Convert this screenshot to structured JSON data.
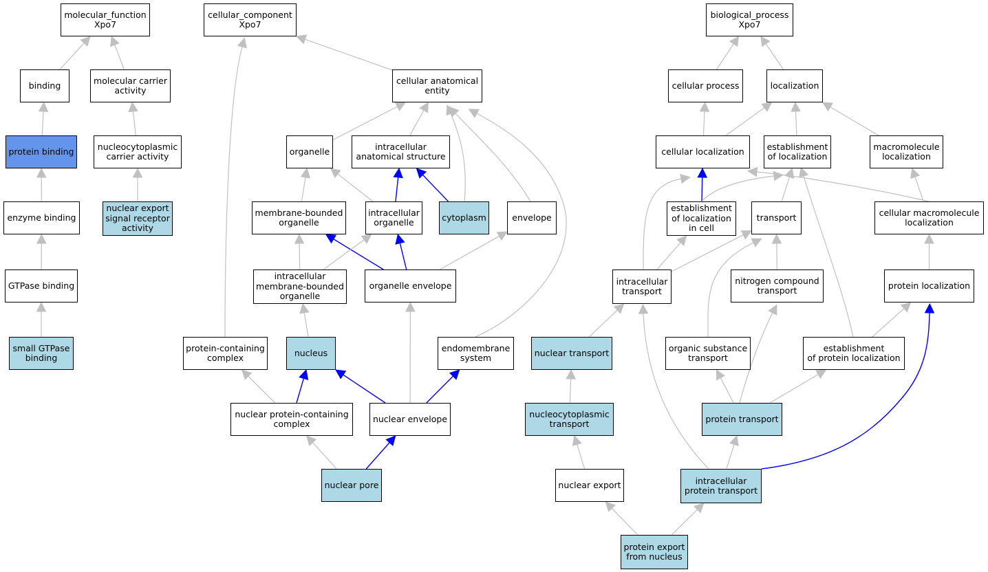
{
  "colors": {
    "gray": "#c0c0c0",
    "blue": "#0000ff",
    "highlight": "#add8e6",
    "primary": "#6495ed"
  },
  "nodes": [
    {
      "id": "mf",
      "label": "molecular_function\nXpo7",
      "fill": "none"
    },
    {
      "id": "binding",
      "label": "binding",
      "fill": "none"
    },
    {
      "id": "molcarrier",
      "label": "molecular carrier\nactivity",
      "fill": "none"
    },
    {
      "id": "protbind",
      "label": "protein binding",
      "fill": "primary"
    },
    {
      "id": "nuccarrier",
      "label": "nucleocytoplasmic\ncarrier activity",
      "fill": "none"
    },
    {
      "id": "enzbind",
      "label": "enzyme binding",
      "fill": "none"
    },
    {
      "id": "nucexpsig",
      "label": "nuclear export\nsignal receptor\nactivity",
      "fill": "highlight"
    },
    {
      "id": "gtpbind",
      "label": "GTPase binding",
      "fill": "none"
    },
    {
      "id": "smallgtp",
      "label": "small GTPase\nbinding",
      "fill": "highlight"
    },
    {
      "id": "cc",
      "label": "cellular_component\nXpo7",
      "fill": "none"
    },
    {
      "id": "cae",
      "label": "cellular anatomical\nentity",
      "fill": "none"
    },
    {
      "id": "organelle",
      "label": "organelle",
      "fill": "none"
    },
    {
      "id": "ias",
      "label": "intracellular\nanatomical structure",
      "fill": "none"
    },
    {
      "id": "mbo",
      "label": "membrane-bounded\norganelle",
      "fill": "none"
    },
    {
      "id": "io",
      "label": "intracellular\norganelle",
      "fill": "none"
    },
    {
      "id": "cytoplasm",
      "label": "cytoplasm",
      "fill": "highlight"
    },
    {
      "id": "envelope",
      "label": "envelope",
      "fill": "none"
    },
    {
      "id": "imbo",
      "label": "intracellular\nmembrane-bounded\norganelle",
      "fill": "none"
    },
    {
      "id": "orgenv",
      "label": "organelle envelope",
      "fill": "none"
    },
    {
      "id": "pcc",
      "label": "protein-containing\ncomplex",
      "fill": "none"
    },
    {
      "id": "nucleus",
      "label": "nucleus",
      "fill": "highlight"
    },
    {
      "id": "endomem",
      "label": "endomembrane\nsystem",
      "fill": "none"
    },
    {
      "id": "npcc",
      "label": "nuclear protein-containing\ncomplex",
      "fill": "none"
    },
    {
      "id": "nucenv",
      "label": "nuclear envelope",
      "fill": "none"
    },
    {
      "id": "nucpore",
      "label": "nuclear pore",
      "fill": "highlight"
    },
    {
      "id": "bp",
      "label": "biological_process\nXpo7",
      "fill": "none"
    },
    {
      "id": "cellproc",
      "label": "cellular process",
      "fill": "none"
    },
    {
      "id": "localization",
      "label": "localization",
      "fill": "none"
    },
    {
      "id": "cellloc",
      "label": "cellular localization",
      "fill": "none"
    },
    {
      "id": "estloc",
      "label": "establishment\nof localization",
      "fill": "none"
    },
    {
      "id": "macroloc",
      "label": "macromolecule\nlocalization",
      "fill": "none"
    },
    {
      "id": "estlocincell",
      "label": "establishment\nof localization\nin cell",
      "fill": "none"
    },
    {
      "id": "transport",
      "label": "transport",
      "fill": "none"
    },
    {
      "id": "cellmacroloc",
      "label": "cellular macromolecule\nlocalization",
      "fill": "none"
    },
    {
      "id": "intratrans",
      "label": "intracellular\ntransport",
      "fill": "none"
    },
    {
      "id": "nitrotrans",
      "label": "nitrogen compound\ntransport",
      "fill": "none"
    },
    {
      "id": "protloc",
      "label": "protein localization",
      "fill": "none"
    },
    {
      "id": "nuctrans",
      "label": "nuclear transport",
      "fill": "highlight"
    },
    {
      "id": "orgsubtrans",
      "label": "organic substance\ntransport",
      "fill": "none"
    },
    {
      "id": "estprotloc",
      "label": "establishment\nof protein localization",
      "fill": "none"
    },
    {
      "id": "ncytrans",
      "label": "nucleocytoplasmic\ntransport",
      "fill": "highlight"
    },
    {
      "id": "prottrans",
      "label": "protein transport",
      "fill": "highlight"
    },
    {
      "id": "nucexport",
      "label": "nuclear export",
      "fill": "none"
    },
    {
      "id": "intraprottrans",
      "label": "intracellular\nprotein transport",
      "fill": "highlight"
    },
    {
      "id": "protexport",
      "label": "protein export\nfrom nucleus",
      "fill": "highlight"
    }
  ],
  "edges": [
    {
      "from": "binding",
      "to": "mf",
      "color": "gray"
    },
    {
      "from": "molcarrier",
      "to": "mf",
      "color": "gray"
    },
    {
      "from": "protbind",
      "to": "binding",
      "color": "gray"
    },
    {
      "from": "nuccarrier",
      "to": "molcarrier",
      "color": "gray"
    },
    {
      "from": "enzbind",
      "to": "protbind",
      "color": "gray"
    },
    {
      "from": "nucexpsig",
      "to": "nuccarrier",
      "color": "gray"
    },
    {
      "from": "gtpbind",
      "to": "enzbind",
      "color": "gray"
    },
    {
      "from": "smallgtp",
      "to": "gtpbind",
      "color": "gray"
    },
    {
      "from": "cae",
      "to": "cc",
      "color": "gray"
    },
    {
      "from": "pcc",
      "to": "cc",
      "color": "gray"
    },
    {
      "from": "organelle",
      "to": "cae",
      "color": "gray"
    },
    {
      "from": "ias",
      "to": "cae",
      "color": "gray"
    },
    {
      "from": "cytoplasm",
      "to": "cae",
      "color": "gray"
    },
    {
      "from": "envelope",
      "to": "cae",
      "color": "gray"
    },
    {
      "from": "endomem",
      "to": "cae",
      "color": "gray"
    },
    {
      "from": "mbo",
      "to": "organelle",
      "color": "gray"
    },
    {
      "from": "io",
      "to": "organelle",
      "color": "gray"
    },
    {
      "from": "io",
      "to": "ias",
      "color": "blue"
    },
    {
      "from": "cytoplasm",
      "to": "ias",
      "color": "blue"
    },
    {
      "from": "imbo",
      "to": "mbo",
      "color": "gray"
    },
    {
      "from": "imbo",
      "to": "io",
      "color": "gray"
    },
    {
      "from": "orgenv",
      "to": "mbo",
      "color": "blue"
    },
    {
      "from": "orgenv",
      "to": "io",
      "color": "blue"
    },
    {
      "from": "orgenv",
      "to": "envelope",
      "color": "gray"
    },
    {
      "from": "nucleus",
      "to": "imbo",
      "color": "gray"
    },
    {
      "from": "npcc",
      "to": "pcc",
      "color": "gray"
    },
    {
      "from": "npcc",
      "to": "nucleus",
      "color": "blue"
    },
    {
      "from": "nucenv",
      "to": "nucleus",
      "color": "blue"
    },
    {
      "from": "nucenv",
      "to": "orgenv",
      "color": "gray"
    },
    {
      "from": "nucenv",
      "to": "endomem",
      "color": "blue"
    },
    {
      "from": "nucpore",
      "to": "npcc",
      "color": "gray"
    },
    {
      "from": "nucpore",
      "to": "nucenv",
      "color": "blue"
    },
    {
      "from": "cellproc",
      "to": "bp",
      "color": "gray"
    },
    {
      "from": "localization",
      "to": "bp",
      "color": "gray"
    },
    {
      "from": "cellloc",
      "to": "cellproc",
      "color": "gray"
    },
    {
      "from": "cellloc",
      "to": "localization",
      "color": "gray"
    },
    {
      "from": "estloc",
      "to": "localization",
      "color": "gray"
    },
    {
      "from": "macroloc",
      "to": "localization",
      "color": "gray"
    },
    {
      "from": "estlocincell",
      "to": "cellloc",
      "color": "blue"
    },
    {
      "from": "estlocincell",
      "to": "estloc",
      "color": "gray"
    },
    {
      "from": "transport",
      "to": "estloc",
      "color": "gray"
    },
    {
      "from": "cellmacroloc",
      "to": "cellloc",
      "color": "gray"
    },
    {
      "from": "cellmacroloc",
      "to": "macroloc",
      "color": "gray"
    },
    {
      "from": "intratrans",
      "to": "cellloc",
      "color": "gray"
    },
    {
      "from": "intratrans",
      "to": "estlocincell",
      "color": "gray"
    },
    {
      "from": "intratrans",
      "to": "transport",
      "color": "gray"
    },
    {
      "from": "nitrotrans",
      "to": "transport",
      "color": "gray"
    },
    {
      "from": "protloc",
      "to": "cellmacroloc",
      "color": "gray"
    },
    {
      "from": "nuctrans",
      "to": "intratrans",
      "color": "gray"
    },
    {
      "from": "orgsubtrans",
      "to": "transport",
      "color": "gray"
    },
    {
      "from": "estprotloc",
      "to": "estloc",
      "color": "gray"
    },
    {
      "from": "estprotloc",
      "to": "protloc",
      "color": "gray"
    },
    {
      "from": "ncytrans",
      "to": "nuctrans",
      "color": "gray"
    },
    {
      "from": "prottrans",
      "to": "orgsubtrans",
      "color": "gray"
    },
    {
      "from": "prottrans",
      "to": "nitrotrans",
      "color": "gray"
    },
    {
      "from": "prottrans",
      "to": "estprotloc",
      "color": "gray"
    },
    {
      "from": "nucexport",
      "to": "ncytrans",
      "color": "gray"
    },
    {
      "from": "intraprottrans",
      "to": "intratrans",
      "color": "gray"
    },
    {
      "from": "intraprottrans",
      "to": "prottrans",
      "color": "gray"
    },
    {
      "from": "intraprottrans",
      "to": "protloc",
      "color": "blue"
    },
    {
      "from": "protexport",
      "to": "nucexport",
      "color": "gray"
    },
    {
      "from": "protexport",
      "to": "intraprottrans",
      "color": "gray"
    }
  ]
}
